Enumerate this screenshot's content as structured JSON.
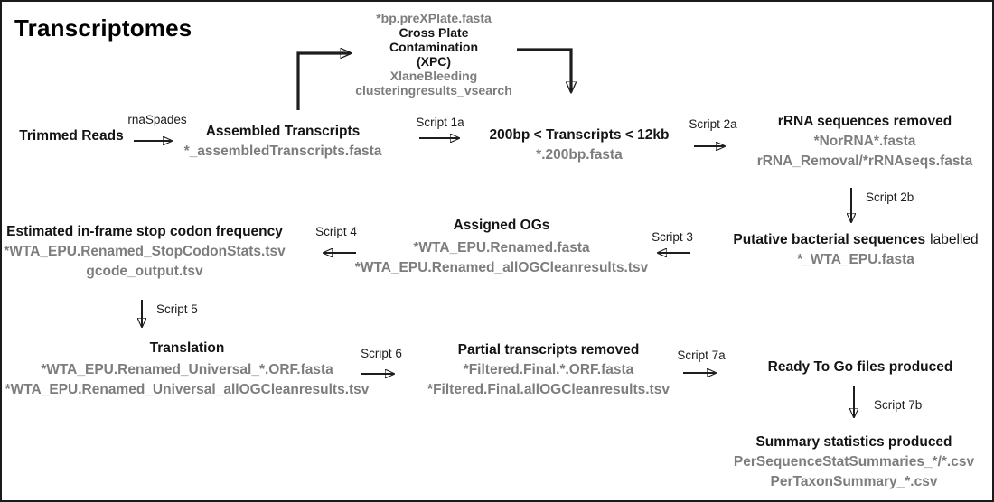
{
  "title": "Transcriptomes",
  "colors": {
    "text": "#141414",
    "file_text": "#7d7d7d",
    "arrow": "#1d1d1d",
    "background": "#ffffff"
  },
  "nodes": {
    "trimmed_reads": {
      "title": "Trimmed Reads"
    },
    "assembled_transcripts": {
      "title": "Assembled Transcripts",
      "files": [
        "*_assembledTranscripts.fasta"
      ]
    },
    "cross_plate": {
      "input_file": "*bp.preXPlate.fasta",
      "title_lines": [
        "Cross Plate",
        "Contamination",
        "(XPC)"
      ],
      "files": [
        "XlaneBleeding",
        "clusteringresults_vsearch"
      ]
    },
    "size_filtered": {
      "title": "200bp < Transcripts < 12kb",
      "files": [
        "*.200bp.fasta"
      ]
    },
    "rrna_removed": {
      "title": "rRNA sequences removed",
      "files": [
        "*NorRNA*.fasta",
        "rRNA_Removal/*rRNAseqs.fasta"
      ]
    },
    "bacterial_labelled": {
      "title_bold": "Putative bacterial sequences",
      "title_regular": "labelled",
      "files": [
        "*_WTA_EPU.fasta"
      ]
    },
    "assigned_ogs": {
      "title": "Assigned OGs",
      "files": [
        "*WTA_EPU.Renamed.fasta",
        "*WTA_EPU.Renamed_allOGCleanresults.tsv"
      ]
    },
    "stop_codon_freq": {
      "title": "Estimated in-frame stop codon frequency",
      "files": [
        "*WTA_EPU.Renamed_StopCodonStats.tsv",
        "gcode_output.tsv"
      ]
    },
    "translation": {
      "title": "Translation",
      "files": [
        "*WTA_EPU.Renamed_Universal_*.ORF.fasta",
        "*WTA_EPU.Renamed_Universal_allOGCleanresults.tsv"
      ]
    },
    "partial_removed": {
      "title": "Partial transcripts removed",
      "files": [
        "*Filtered.Final.*.ORF.fasta",
        "*Filtered.Final.allOGCleanresults.tsv"
      ]
    },
    "ready_to_go": {
      "title": "Ready To Go files produced"
    },
    "summary_stats": {
      "title": "Summary statistics produced",
      "files": [
        "PerSequenceStatSummaries_*/*.csv",
        "PerTaxonSummary_*.csv"
      ]
    }
  },
  "arrow_labels": {
    "rnaspades": "rnaSpades",
    "script_1a": "Script 1a",
    "script_2a": "Script 2a",
    "script_2b": "Script 2b",
    "script_3": "Script 3",
    "script_4": "Script 4",
    "script_5": "Script 5",
    "script_6": "Script 6",
    "script_7a": "Script 7a",
    "script_7b": "Script 7b"
  }
}
